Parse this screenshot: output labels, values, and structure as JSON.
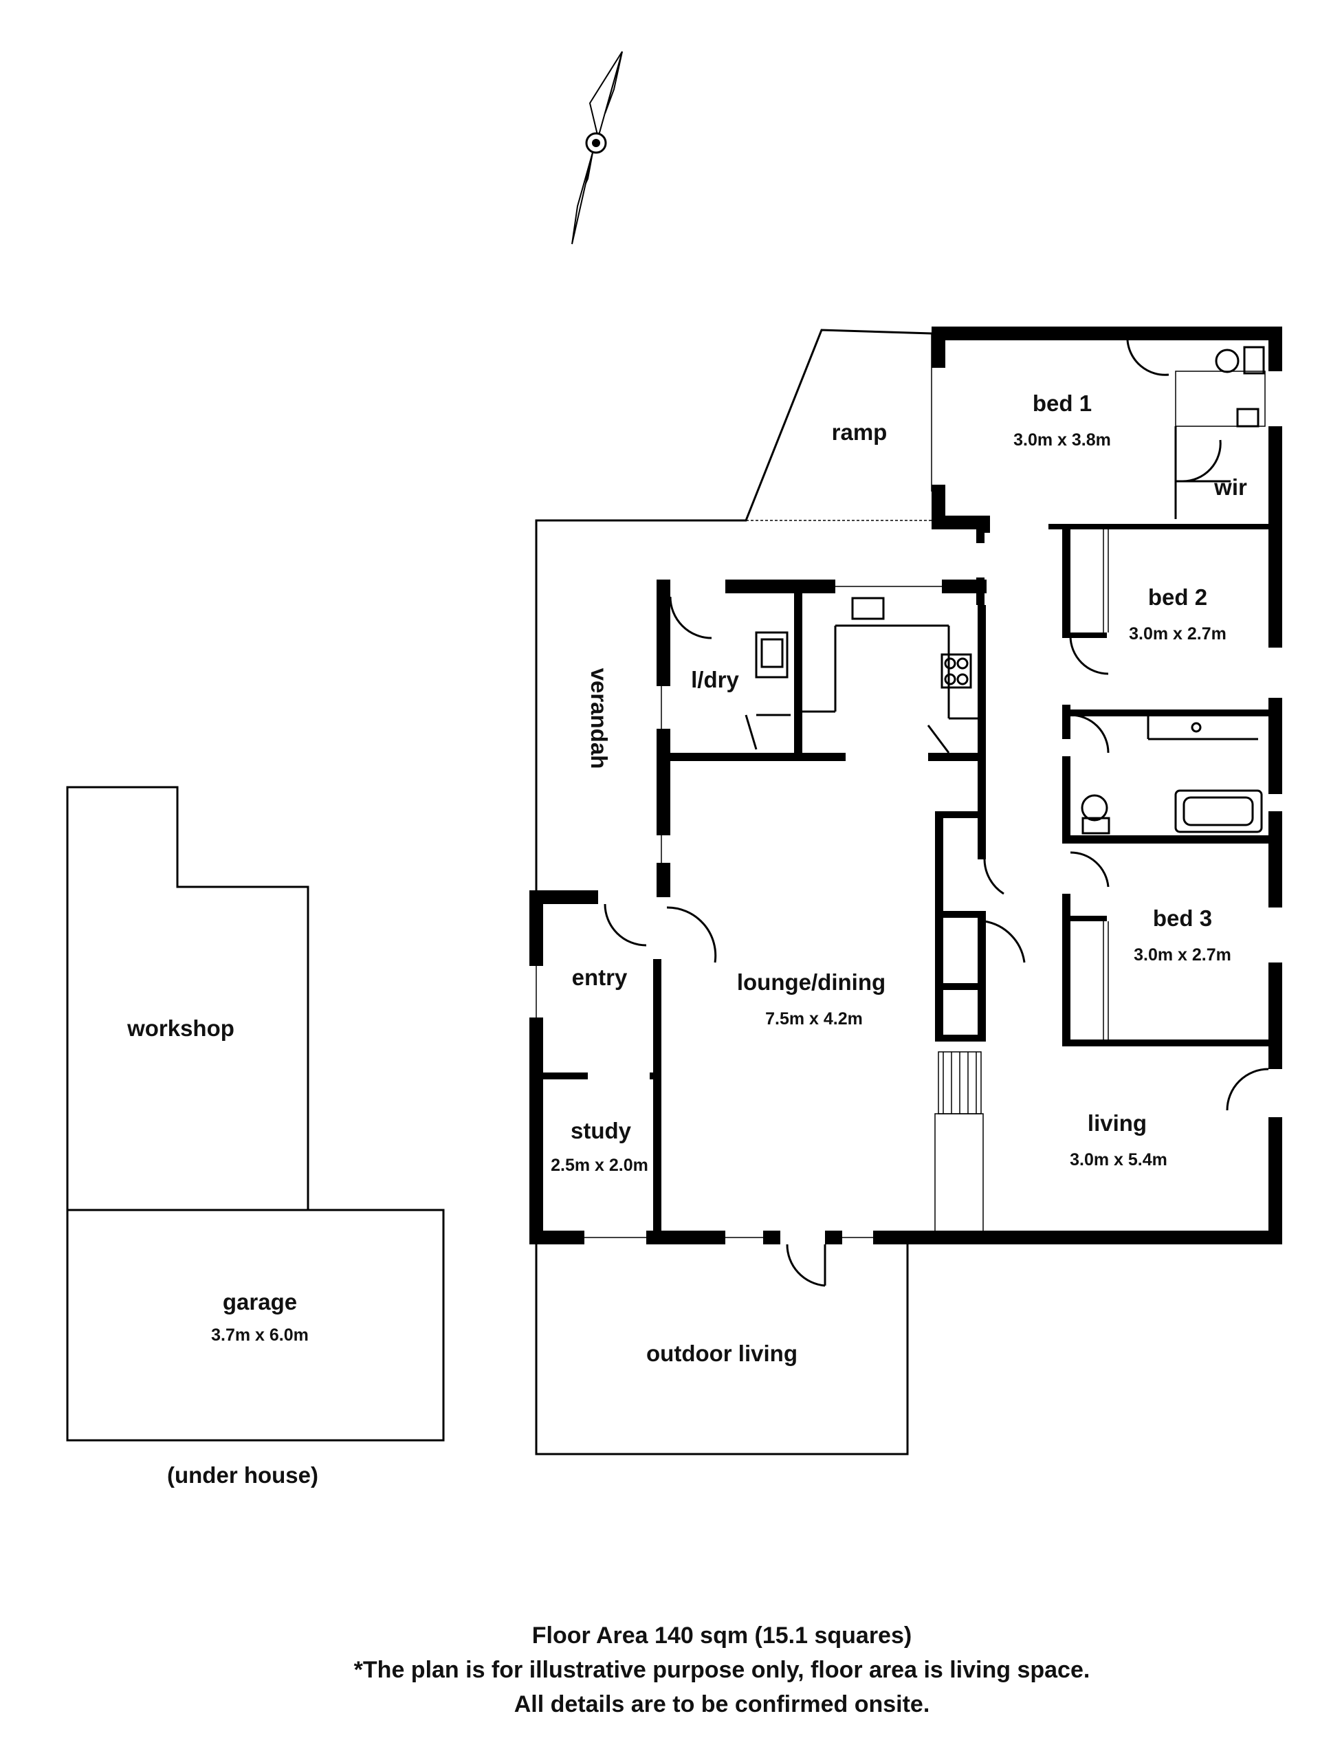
{
  "compass": {
    "icon": "north-arrow-icon"
  },
  "rooms": {
    "ramp": {
      "name": "ramp"
    },
    "bed1": {
      "name": "bed 1",
      "dims": "3.0m x 3.8m"
    },
    "wir": {
      "name": "wir"
    },
    "bed2": {
      "name": "bed 2",
      "dims": "3.0m x 2.7m"
    },
    "ldry": {
      "name": "l/dry"
    },
    "verandah": {
      "name": "verandah"
    },
    "entry": {
      "name": "entry"
    },
    "lounge": {
      "name": "lounge/dining",
      "dims": "7.5m x 4.2m"
    },
    "bed3": {
      "name": "bed 3",
      "dims": "3.0m x 2.7m"
    },
    "workshop": {
      "name": "workshop"
    },
    "study": {
      "name": "study",
      "dims": "2.5m x 2.0m"
    },
    "living": {
      "name": "living",
      "dims": "3.0m x 5.4m"
    },
    "garage": {
      "name": "garage",
      "dims": "3.7m x 6.0m"
    },
    "outdoor": {
      "name": "outdoor living"
    }
  },
  "garage_note": "(under house)",
  "footer": {
    "line1": "Floor Area 140 sqm (15.1 squares)",
    "line2": "*The plan is for illustrative purpose only, floor area is living space.",
    "line3": "All details are to be confirmed onsite."
  }
}
